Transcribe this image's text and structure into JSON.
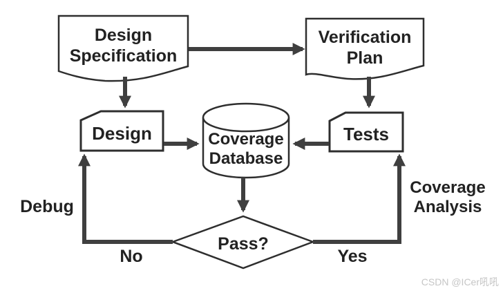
{
  "colors": {
    "background": "#ffffff",
    "line": "#3f3f3f",
    "border": "#2e2e2e",
    "text": "#222222",
    "watermark": "#c6c6c6"
  },
  "nodes": {
    "design_spec": {
      "shape": "document",
      "line1": "Design",
      "line2": "Specification"
    },
    "verification_plan": {
      "shape": "document",
      "line1": "Verification",
      "line2": "Plan"
    },
    "design": {
      "shape": "box",
      "label": "Design"
    },
    "tests": {
      "shape": "box",
      "label": "Tests"
    },
    "coverage_database": {
      "shape": "cylinder",
      "line1": "Coverage",
      "line2": "Database"
    },
    "pass": {
      "shape": "decision",
      "label": "Pass?"
    }
  },
  "edge_labels": {
    "debug": "Debug",
    "no": "No",
    "yes": "Yes",
    "coverage_analysis_line1": "Coverage",
    "coverage_analysis_line2": "Analysis"
  },
  "connections": [
    {
      "from": "Design Specification",
      "to": "Verification Plan"
    },
    {
      "from": "Design Specification",
      "to": "Design"
    },
    {
      "from": "Verification Plan",
      "to": "Tests"
    },
    {
      "from": "Design",
      "to": "Coverage Database"
    },
    {
      "from": "Tests",
      "to": "Coverage Database"
    },
    {
      "from": "Coverage Database",
      "to": "Pass?"
    },
    {
      "from": "Pass?",
      "to": "Design",
      "label": "No / Debug"
    },
    {
      "from": "Pass?",
      "to": "Tests",
      "label": "Yes / Coverage Analysis"
    }
  ],
  "watermark": "CSDN @ICer吼吼"
}
